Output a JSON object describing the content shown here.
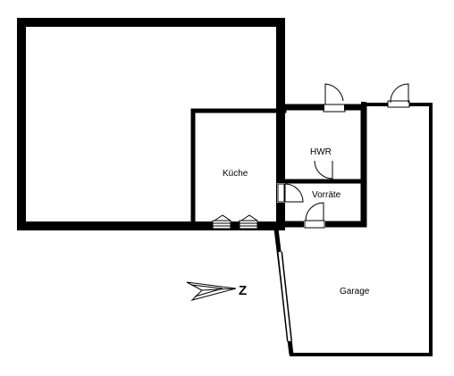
{
  "rooms": {
    "kueche": "Küche",
    "hwr": "HWR",
    "vorraete": "Vorräte",
    "garage": "Garage"
  },
  "compass": {
    "label": "Z"
  },
  "colors": {
    "wall": "#000000",
    "background": "#ffffff"
  }
}
